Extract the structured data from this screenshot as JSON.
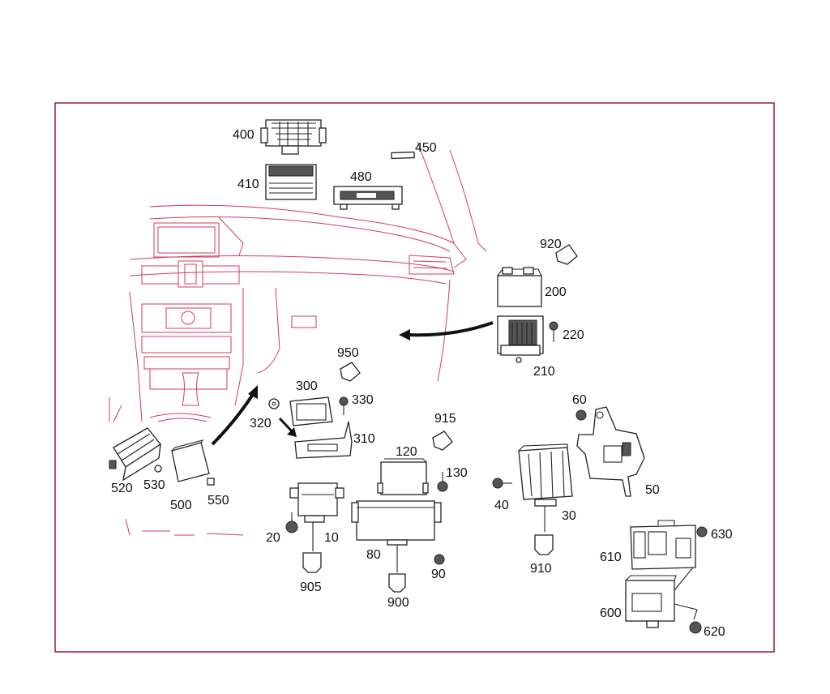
{
  "labels": {
    "p10": "10",
    "p20": "20",
    "p30": "30",
    "p40": "40",
    "p50": "50",
    "p60": "60",
    "p80": "80",
    "p90": "90",
    "p120": "120",
    "p130": "130",
    "p200": "200",
    "p210": "210",
    "p220": "220",
    "p300": "300",
    "p310": "310",
    "p320": "320",
    "p330": "330",
    "p400": "400",
    "p410": "410",
    "p450": "450",
    "p480": "480",
    "p500": "500",
    "p520": "520",
    "p530": "530",
    "p550": "550",
    "p600": "600",
    "p610": "610",
    "p620": "620",
    "p630": "630",
    "p900": "900",
    "p905": "905",
    "p910": "910",
    "p915": "915",
    "p920": "920",
    "p950": "950"
  },
  "colors": {
    "dashboard_outline": "#d23c5a",
    "frame": "#9b1b3a",
    "parts": "#222222"
  }
}
